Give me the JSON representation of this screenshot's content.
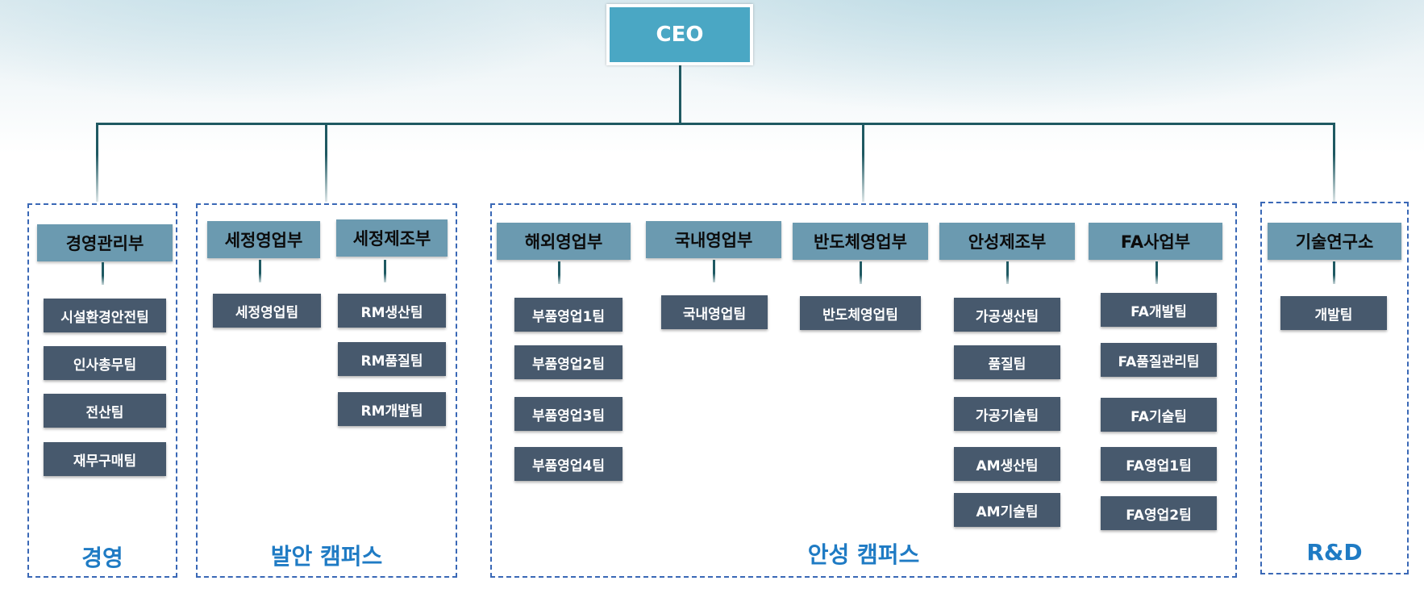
{
  "ceo": "CEO",
  "groups": [
    {
      "campus": "경영",
      "departments": [
        {
          "name": "경영관리부",
          "teams": [
            "시설환경안전팀",
            "인사총무팀",
            "전산팀",
            "재무구매팀"
          ]
        }
      ]
    },
    {
      "campus": "발안 캠퍼스",
      "departments": [
        {
          "name": "세정영업부",
          "teams": [
            "세정영업팀"
          ]
        },
        {
          "name": "세정제조부",
          "teams": [
            "RM생산팀",
            "RM품질팀",
            "RM개발팀"
          ]
        }
      ]
    },
    {
      "campus": "안성 캠퍼스",
      "departments": [
        {
          "name": "해외영업부",
          "teams": [
            "부품영업1팀",
            "부품영업2팀",
            "부품영업3팀",
            "부품영업4팀"
          ]
        },
        {
          "name": "국내영업부",
          "teams": [
            "국내영업팀"
          ]
        },
        {
          "name": "반도체영업부",
          "teams": [
            "반도체영업팀"
          ]
        },
        {
          "name": "안성제조부",
          "teams": [
            "가공생산팀",
            "품질팀",
            "가공기술팀",
            "AM생산팀",
            "AM기술팀"
          ]
        },
        {
          "name": "FA사업부",
          "teams": [
            "FA개발팀",
            "FA품질관리팀",
            "FA기술팀",
            "FA영업1팀",
            "FA영업2팀"
          ]
        }
      ]
    },
    {
      "campus": "R&D",
      "departments": [
        {
          "name": "기술연구소",
          "teams": [
            "개발팀"
          ]
        }
      ]
    }
  ]
}
